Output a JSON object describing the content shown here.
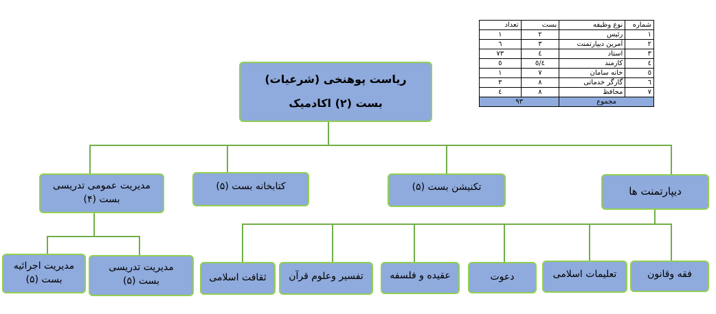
{
  "top": {
    "line1": "ریاست پوهنخی (شرعیات)",
    "line2": "بست (۲) اکادمیک"
  },
  "level2": {
    "departments": "دیپارتمنت ها",
    "technician": "تکنیشن بست (۵)",
    "library": "کتابخانه بست (۵)",
    "general_mgmt_line1": "مدیریت عمومی تدریسی",
    "general_mgmt_line2": "بست (۴)"
  },
  "departments": [
    "فقه وقانون",
    "تعلیمات اسلامی",
    "دعوت",
    "عقیده و فلسفه",
    "تفسیر وعلوم قرآن",
    "ثقافت اسلامی"
  ],
  "sub_mgmt": {
    "teaching_line1": "مدیریت تدریسی",
    "teaching_line2": "بست (۵)",
    "exec_line1": "مدیریت اجرائیه",
    "exec_line2": "بست (۵)"
  },
  "staff_table": {
    "headers": {
      "number": "شماره",
      "role": "نوع وظیفه",
      "grade": "بست",
      "count": "تعداد"
    },
    "rows": [
      {
        "number": "۱",
        "role": "رئیس",
        "grade": "۲",
        "count": "۱"
      },
      {
        "number": "۲",
        "role": "آمرین دیپارتمنت",
        "grade": "۳",
        "count": "٦"
      },
      {
        "number": "۳",
        "role": "استاد",
        "grade": "٤",
        "count": "۷۳"
      },
      {
        "number": "٤",
        "role": "کارمند",
        "grade": "٥/٤",
        "count": "٥"
      },
      {
        "number": "٥",
        "role": "خانه سامان",
        "grade": "۷",
        "count": "۱"
      },
      {
        "number": "٦",
        "role": "گارگر خدماتی",
        "grade": "۸",
        "count": "۳"
      },
      {
        "number": "۷",
        "role": "محافظ",
        "grade": "۸",
        "count": "٤"
      }
    ],
    "total_label": "مجموع",
    "total_value": "۹۳"
  },
  "colors": {
    "box_fill": "#8faadc",
    "box_border": "#92d050",
    "connector": "#70ad47"
  }
}
